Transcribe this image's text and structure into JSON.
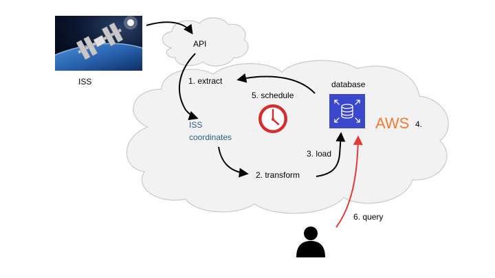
{
  "diagram": {
    "iss_label": "ISS",
    "api_label": "API",
    "steps": {
      "extract": "1. extract",
      "transform": "2. transform",
      "load": "3. load",
      "aws_number": "4.",
      "schedule": "5. schedule",
      "query": "6. query"
    },
    "coordinates_line1": "ISS",
    "coordinates_line2": "coordinates",
    "database_label": "database",
    "aws_label": "AWS",
    "icons": [
      "iss-photo",
      "api-cloud",
      "aws-cloud",
      "clock-icon",
      "database-icon",
      "user-icon"
    ],
    "colors": {
      "accent_blue": "#2a5f8f",
      "aws_orange": "#ed7d31",
      "database_bg": "#3b48cc",
      "clock_red": "#d32f2f",
      "query_red": "#e53935",
      "cloud_fill": "#f2f2f2",
      "cloud_stroke": "#c9c9c9"
    }
  }
}
